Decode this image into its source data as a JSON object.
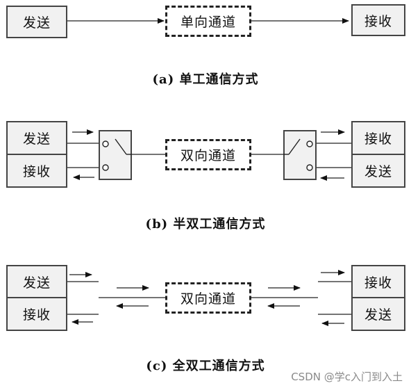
{
  "simplex": {
    "send": "发送",
    "channel": "单向通道",
    "receive": "接收",
    "caption": "(a) 单工通信方式"
  },
  "half_duplex": {
    "left_send": "发送",
    "left_receive": "接收",
    "channel": "双向通道",
    "right_receive": "接收",
    "right_send": "发送",
    "caption": "(b) 半双工通信方式"
  },
  "full_duplex": {
    "left_send": "发送",
    "left_receive": "接收",
    "channel": "双向通道",
    "right_receive": "接收",
    "right_send": "发送",
    "caption": "(c) 全双工通信方式"
  },
  "watermark": "CSDN @学c入门到入土"
}
